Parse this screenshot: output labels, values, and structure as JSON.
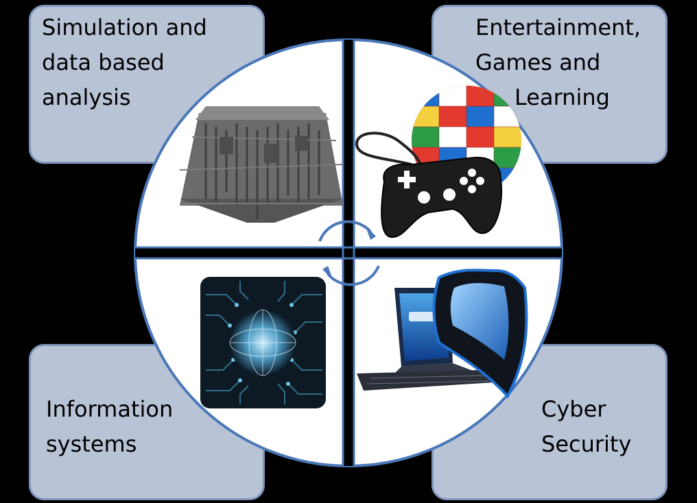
{
  "quadrants": {
    "top_left": {
      "lines": [
        "Simulation and",
        "data based",
        "analysis"
      ],
      "image": "fractal-structure-3d-model"
    },
    "top_right": {
      "lines": [
        "Entertainment,",
        "Games and",
        "Learning"
      ],
      "image": "game-controller-with-flag-globe"
    },
    "bottom_left": {
      "lines": [
        "Information",
        "systems"
      ],
      "image": "circuit-board-globe"
    },
    "bottom_right": {
      "lines": [
        "Cyber",
        "Security"
      ],
      "image": "laptop-with-security-shield"
    }
  },
  "center_icon": "cycle-arrows-icon",
  "colors": {
    "background": "#000000",
    "box_fill": "#b9c3d6",
    "box_border": "#7f95bd",
    "circle_fill": "#ffffff",
    "circle_border": "#4a78b8"
  }
}
